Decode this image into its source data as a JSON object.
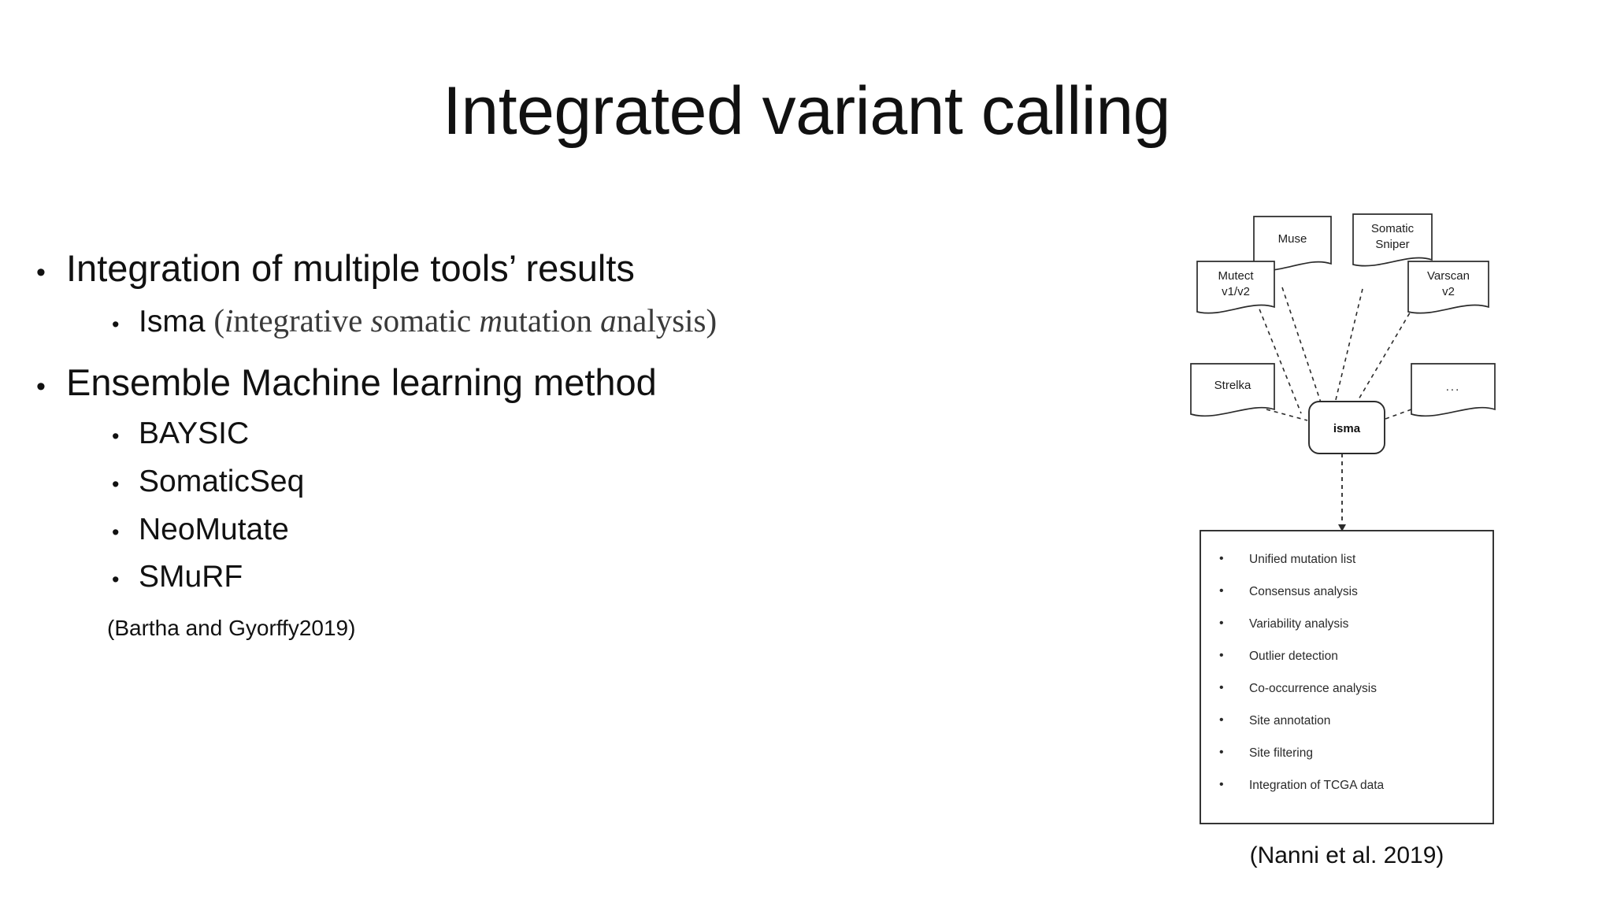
{
  "slide": {
    "title": "Integrated variant calling",
    "background_color": "#ffffff",
    "text_color": "#111111"
  },
  "body": {
    "bullets": [
      {
        "level": 1,
        "marker": "•",
        "text": "Integration of multiple tools’ results"
      },
      {
        "level": 2,
        "marker": "•",
        "text": "Isma (integrative somatic mutation analysis)",
        "prefix": "Isma ",
        "gloss_open": "(",
        "gloss_parts": [
          {
            "emph": "i",
            "rest": "ntegrative "
          },
          {
            "emph": "s",
            "rest": "omatic "
          },
          {
            "emph": "m",
            "rest": "utation "
          },
          {
            "emph": "a",
            "rest": "nalysis"
          }
        ],
        "gloss_close": ")"
      },
      {
        "level": 1,
        "marker": "•",
        "text": "Ensemble Machine learning method"
      },
      {
        "level": 2,
        "marker": "•",
        "text": "BAYSIC"
      },
      {
        "level": 2,
        "marker": "•",
        "text": "SomaticSeq"
      },
      {
        "level": 2,
        "marker": "•",
        "text": "NeoMutate"
      },
      {
        "level": 2,
        "marker": "•",
        "text": "SMuRF"
      }
    ],
    "citation": "(Bartha and Gyorffy2019)"
  },
  "figure": {
    "caption": "(Nanni et al. 2019)",
    "center_node": "isma",
    "tool_nodes": [
      {
        "label": "Muse",
        "lines": [
          "Muse"
        ]
      },
      {
        "label": "Somatic Sniper",
        "lines": [
          "Somatic",
          "Sniper"
        ]
      },
      {
        "label": "Mutect v1/v2",
        "lines": [
          "Mutect",
          "v1/v2"
        ]
      },
      {
        "label": "Varscan v2",
        "lines": [
          "Varscan",
          "v2"
        ]
      },
      {
        "label": "Strelka",
        "lines": [
          "Strelka"
        ]
      },
      {
        "label": "ellipsis",
        "lines": [
          "..."
        ]
      }
    ],
    "output_bullet": "•",
    "output_items": [
      "Unified mutation list",
      "Consensus analysis",
      "Variability analysis",
      "Outlier detection",
      "Co-occurrence analysis",
      "Site annotation",
      "Site filtering",
      "Integration of TCGA data"
    ],
    "stroke_color": "#2b2b2b"
  }
}
